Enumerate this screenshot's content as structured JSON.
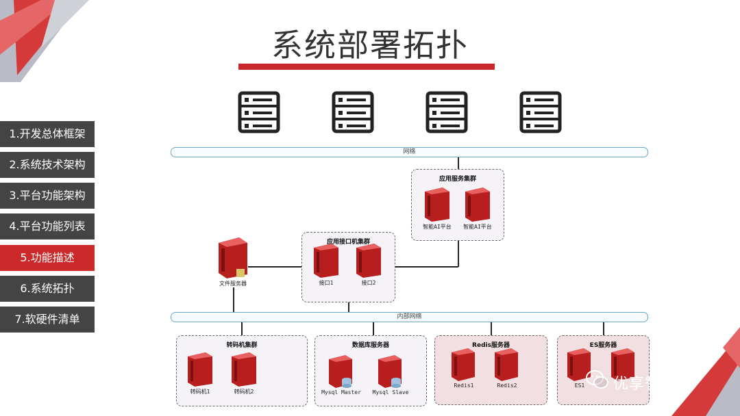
{
  "title": "系统部署拓扑",
  "nav": [
    {
      "label": "1.开发总体框架",
      "active": false
    },
    {
      "label": "2.系统技术架构",
      "active": false
    },
    {
      "label": "3.平台功能架构",
      "active": false
    },
    {
      "label": "4.平台功能列表",
      "active": false
    },
    {
      "label": "5.功能描述",
      "active": true
    },
    {
      "label": "6.系统拓扑",
      "active": false
    },
    {
      "label": "7.软硬件清单",
      "active": false
    }
  ],
  "diagram": {
    "network_label": "网络",
    "internal_network_label": "内部网络",
    "file_server_label": "文件服务器",
    "app_cluster": {
      "title": "应用服务集群",
      "nodes": [
        "智能AI平台",
        "智能AI平台"
      ]
    },
    "api_cluster": {
      "title": "应用接口机集群",
      "nodes": [
        "接口1",
        "接口2"
      ]
    },
    "transcode_cluster": {
      "title": "转码机集群",
      "nodes": [
        "转码机1",
        "转码机2"
      ]
    },
    "db_cluster": {
      "title": "数据库服务器",
      "nodes": [
        "Mysql Master",
        "Mysql Slave"
      ]
    },
    "redis_cluster": {
      "title": "Redis服务器",
      "nodes": [
        "Redis1",
        "Redis2"
      ]
    },
    "es_cluster": {
      "title": "ES服务器",
      "nodes": [
        "ES1"
      ]
    }
  },
  "watermark": "优享智库",
  "colors": {
    "accent": "#c8262c",
    "nav_bg": "#444444",
    "nav_active": "#cc2a2a",
    "server_red": "#d42a2a"
  }
}
